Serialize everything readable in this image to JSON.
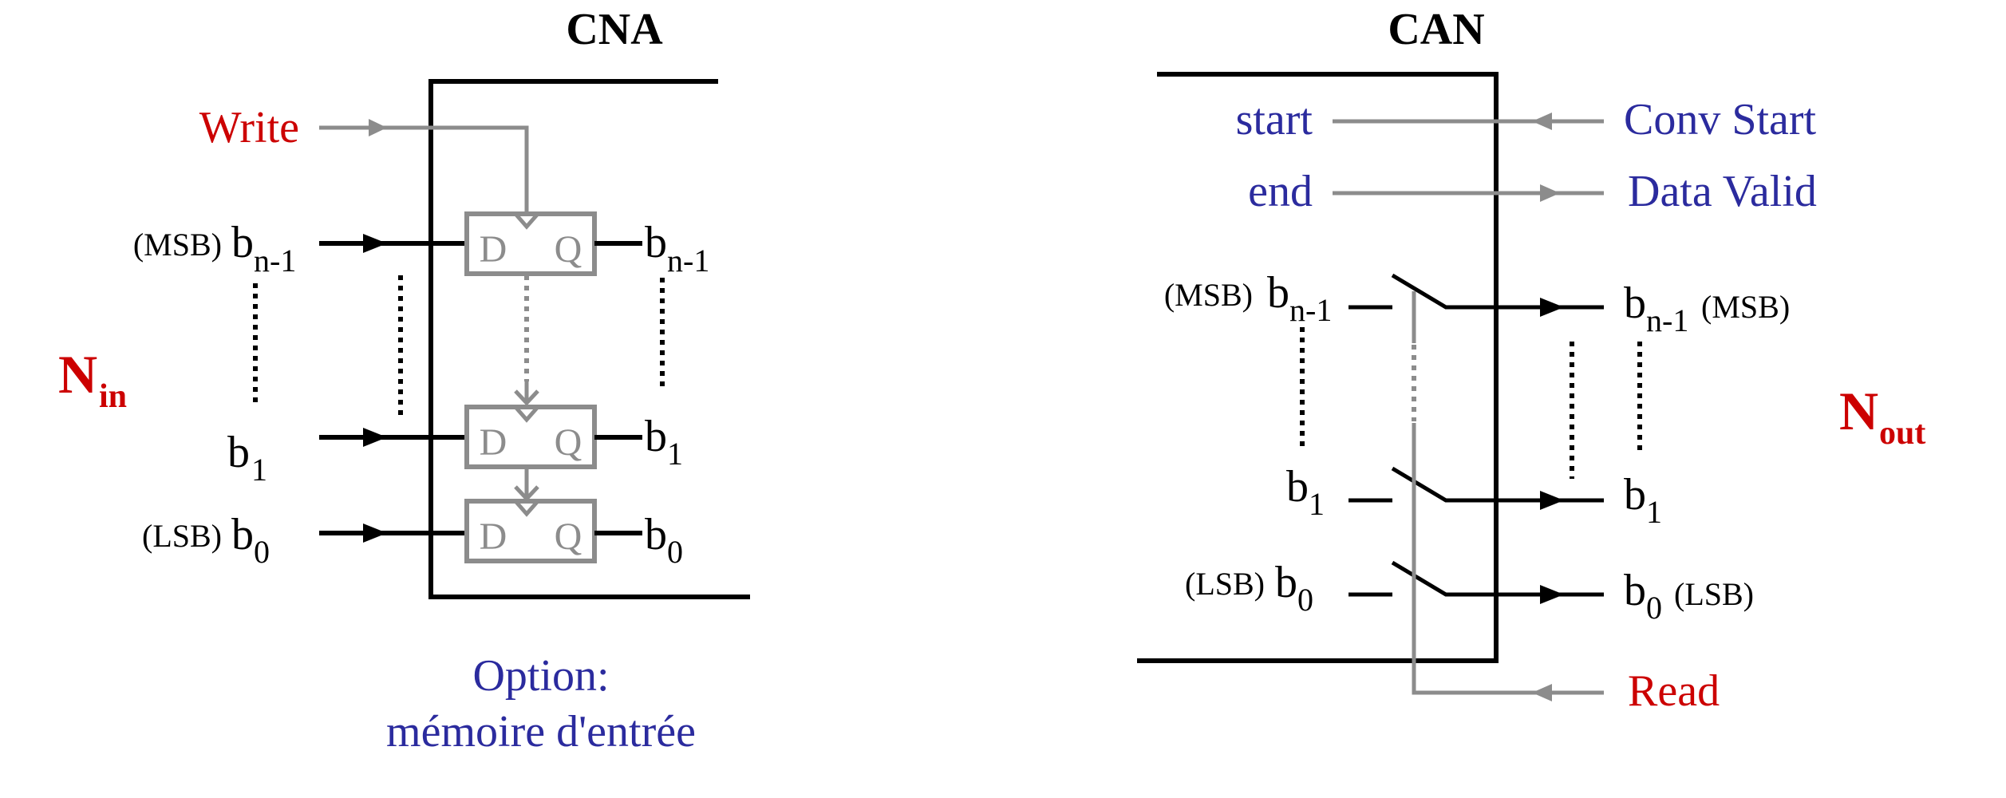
{
  "cna": {
    "title": "CNA",
    "write_label": "Write",
    "n_in": {
      "base": "N",
      "sub": "in"
    },
    "inputs": [
      {
        "side_label": "(MSB)",
        "base": "b",
        "sub": "n-1"
      },
      {
        "side_label": "",
        "base": "b",
        "sub": "1"
      },
      {
        "side_label": "(LSB)",
        "base": "b",
        "sub": "0"
      }
    ],
    "outputs": [
      {
        "base": "b",
        "sub": "n-1"
      },
      {
        "base": "b",
        "sub": "1"
      },
      {
        "base": "b",
        "sub": "0"
      }
    ],
    "flipflop": {
      "d": "D",
      "q": "Q"
    },
    "caption_line1": "Option:",
    "caption_line2": "mémoire d'entrée"
  },
  "can": {
    "title": "CAN",
    "start_label": "start",
    "end_label": "end",
    "conv_start_label": "Conv Start",
    "data_valid_label": "Data Valid",
    "read_label": "Read",
    "n_out": {
      "base": "N",
      "sub": "out"
    },
    "inputs": [
      {
        "side_label": "(MSB)",
        "base": "b",
        "sub": "n-1"
      },
      {
        "side_label": "",
        "base": "b",
        "sub": "1"
      },
      {
        "side_label": "(LSB)",
        "base": "b",
        "sub": "0"
      }
    ],
    "outputs": [
      {
        "base": "b",
        "sub": "n-1",
        "side_label": "(MSB)"
      },
      {
        "base": "b",
        "sub": "1",
        "side_label": ""
      },
      {
        "base": "b",
        "sub": "0",
        "side_label": "(LSB)"
      }
    ]
  },
  "colors": {
    "signal_red": "#cc0000",
    "label_blue": "#2b2b9e",
    "wire_gray": "#8c8c8c",
    "wire_black": "#000000"
  }
}
